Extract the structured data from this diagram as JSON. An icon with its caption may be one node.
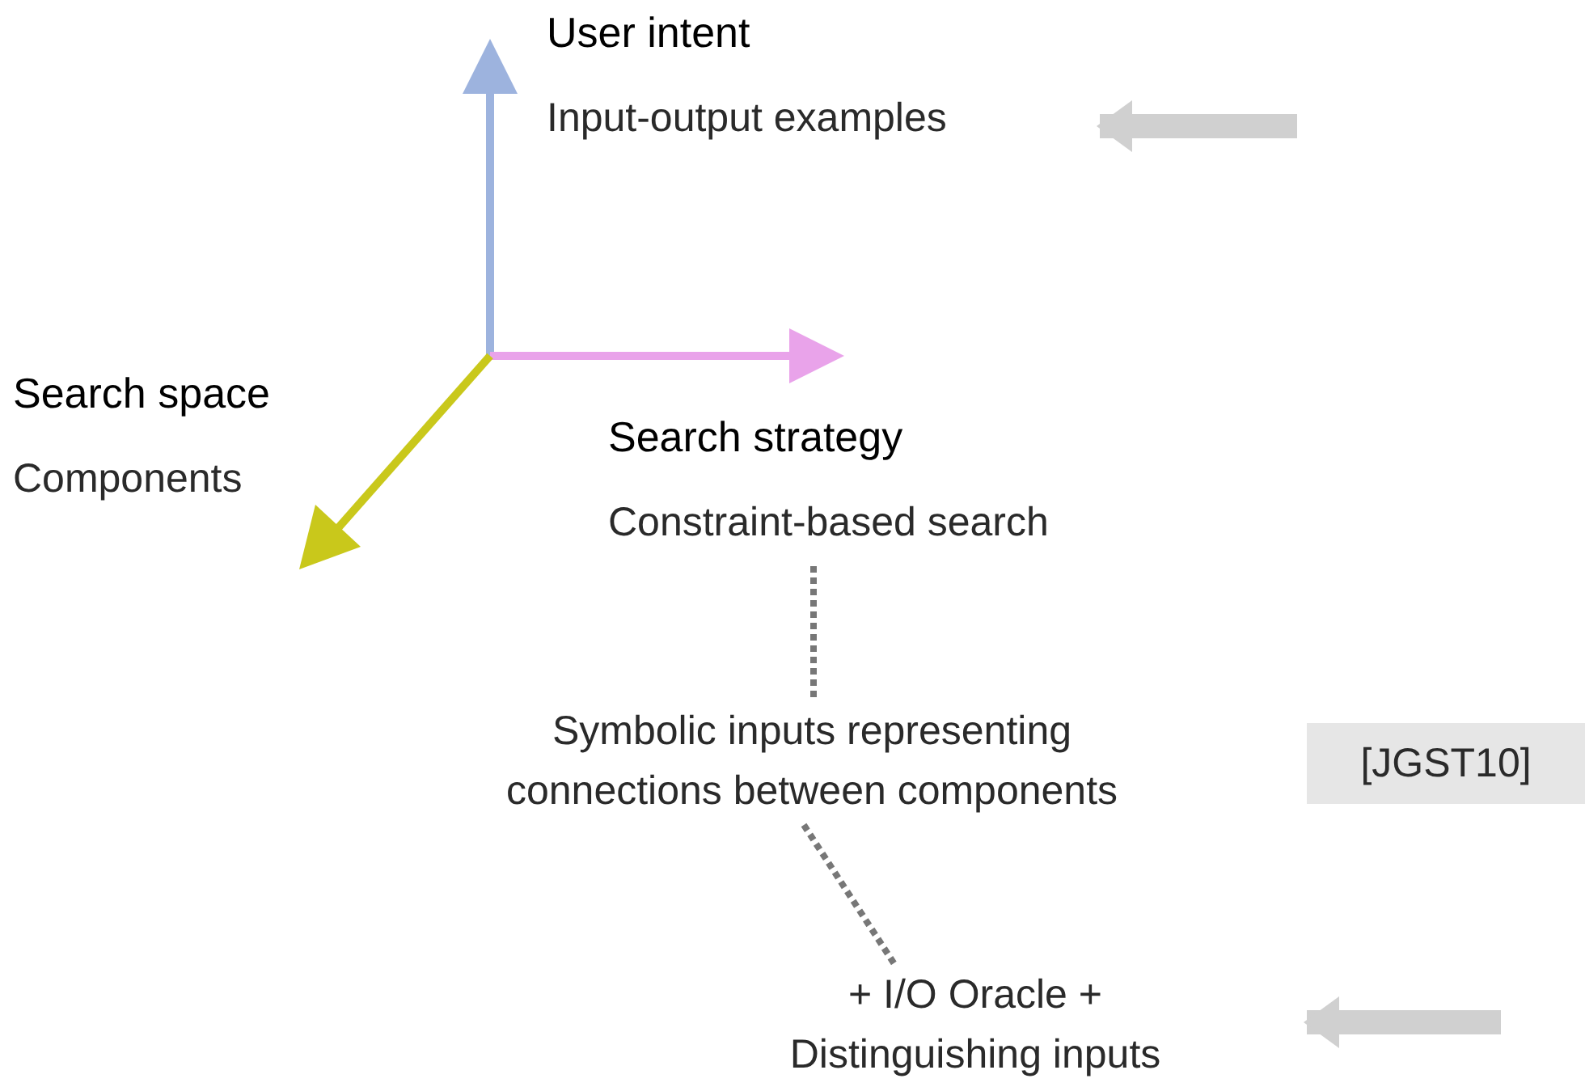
{
  "diagram": {
    "nodes": [
      {
        "text": [
          "User intent",
          "Input-output examples"
        ]
      },
      {
        "text": [
          "Search space",
          "Components"
        ]
      },
      {
        "text": [
          "Search strategy",
          "Constraint-based search"
        ]
      },
      {
        "text": [
          "Symbolic inputs representing connections between components"
        ]
      },
      {
        "text": [
          "[JGST10]"
        ]
      },
      {
        "text": [
          "+ I/O Oracle + Distinguishing inputs"
        ]
      }
    ],
    "edges": [
      {
        "from": 2,
        "to": 3,
        "arrow": "none",
        "style": "dashed"
      },
      {
        "from": 3,
        "to": 5,
        "arrow": "none",
        "style": "dashed"
      },
      {
        "from": null,
        "to": 0,
        "arrow": "to",
        "style": "thick",
        "color": "#d0d0d0"
      },
      {
        "from": null,
        "to": 5,
        "arrow": "to",
        "style": "thick",
        "color": "#d0d0d0"
      }
    ]
  }
}
